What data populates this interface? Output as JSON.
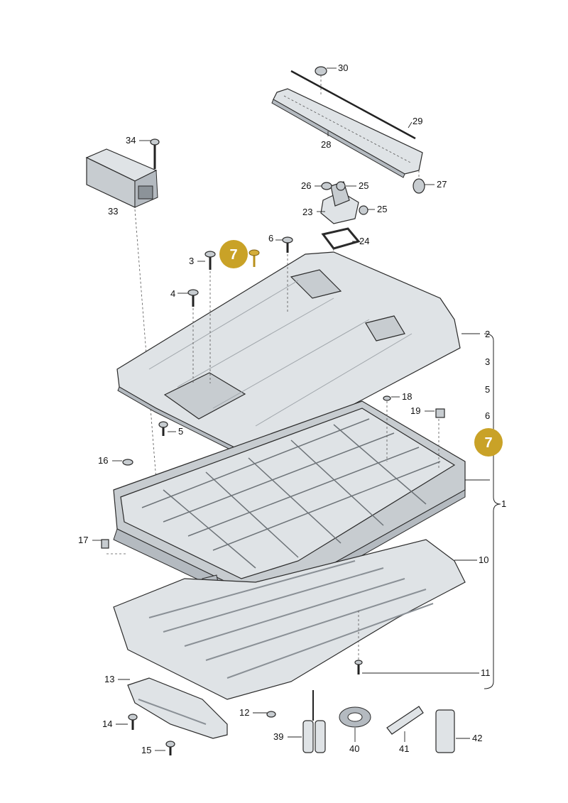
{
  "diagram": {
    "labels": {
      "p1": "1",
      "p2": "2",
      "p3a": "3",
      "p3b": "3",
      "p4": "4",
      "p5a": "5",
      "p5b": "5",
      "p6a": "6",
      "p6b": "6",
      "p10": "10",
      "p11": "11",
      "p12": "12",
      "p13": "13",
      "p14": "14",
      "p15": "15",
      "p16": "16",
      "p17": "17",
      "p18": "18",
      "p19": "19",
      "p23": "23",
      "p24": "24",
      "p25a": "25",
      "p25b": "25",
      "p26": "26",
      "p27": "27",
      "p28": "28",
      "p29": "29",
      "p30": "30",
      "p33": "33",
      "p34": "34",
      "p39": "39",
      "p40": "40",
      "p41": "41",
      "p42": "42"
    },
    "badges": {
      "top": "7",
      "side": "7"
    },
    "colors": {
      "badge": "#c9a227",
      "part_fill": "#dfe3e6",
      "outline": "#2a2a2a"
    }
  }
}
